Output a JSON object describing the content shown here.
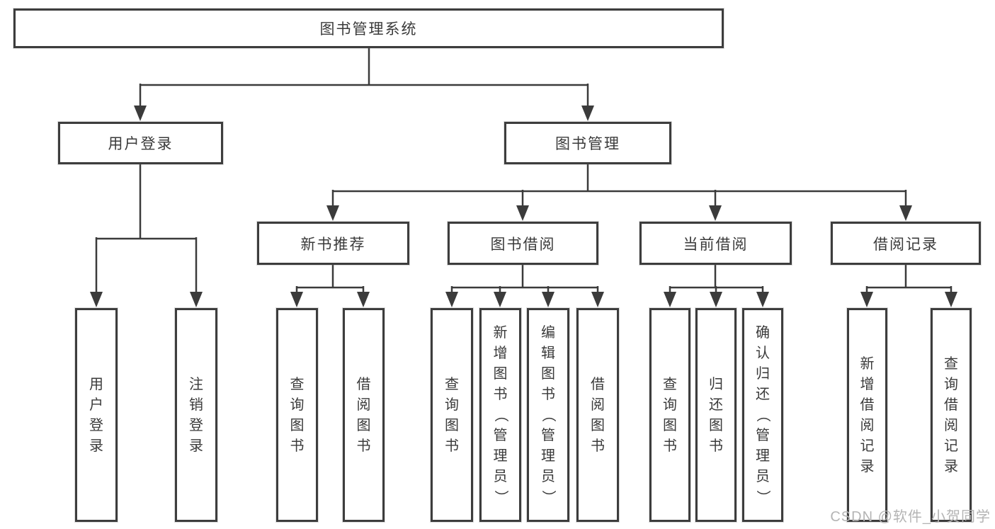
{
  "diagram": {
    "root": {
      "label": "图书管理系统"
    },
    "level2": [
      {
        "label": "用户登录"
      },
      {
        "label": "图书管理"
      }
    ],
    "level3": [
      {
        "label": "新书推荐",
        "parent": "图书管理"
      },
      {
        "label": "图书借阅",
        "parent": "图书管理"
      },
      {
        "label": "当前借阅",
        "parent": "图书管理"
      },
      {
        "label": "借阅记录",
        "parent": "图书管理"
      }
    ],
    "leaves": [
      {
        "label": "用户登录",
        "parent": "用户登录"
      },
      {
        "label": "注销登录",
        "parent": "用户登录"
      },
      {
        "label": "查询图书",
        "parent": "新书推荐"
      },
      {
        "label": "借阅图书",
        "parent": "新书推荐"
      },
      {
        "label": "查询图书",
        "parent": "图书借阅"
      },
      {
        "label": "新增图书（管理员）",
        "parent": "图书借阅"
      },
      {
        "label": "编辑图书（管理员）",
        "parent": "图书借阅"
      },
      {
        "label": "借阅图书",
        "parent": "图书借阅"
      },
      {
        "label": "查询图书",
        "parent": "当前借阅"
      },
      {
        "label": "归还图书",
        "parent": "当前借阅"
      },
      {
        "label": "确认归还（管理员）",
        "parent": "当前借阅"
      },
      {
        "label": "新增借阅记录",
        "parent": "借阅记录"
      },
      {
        "label": "查询借阅记录",
        "parent": "借阅记录"
      }
    ]
  },
  "watermark": {
    "text": "CSDN @软件_小贺同学"
  },
  "colors": {
    "line": "#3b3b3b",
    "box_border": "#3d3d3d",
    "text": "#3a3a3a",
    "background": "#ffffff",
    "watermark": "#b4b4b4"
  }
}
